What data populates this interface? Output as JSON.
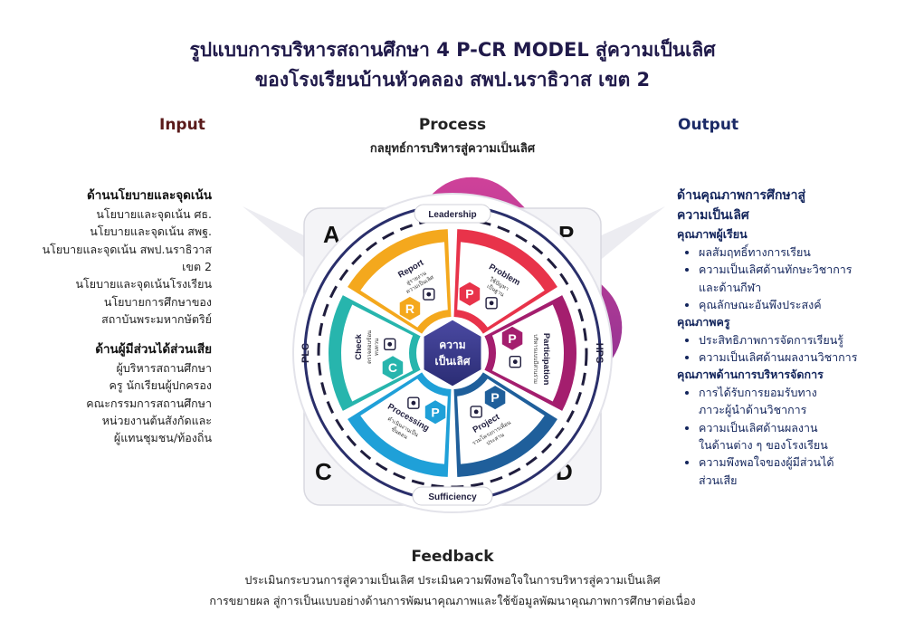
{
  "title": {
    "line1": "รูปแบบการบริหารสถานศึกษา 4 P-CR MODEL สู่ความเป็นเลิศ",
    "line2": "ของโรงเรียนบ้านหัวคลอง สพป.นราธิวาส เขต 2"
  },
  "input": {
    "heading": "Input",
    "policy": {
      "heading": "ด้านนโยบายและจุดเน้น",
      "items": [
        "นโยบายและจุดเน้น ศธ.",
        "นโยบายและจุดเน้น สพฐ.",
        "นโยบายและจุดเน้น สพป.นราธิวาส",
        "เขต 2",
        "นโยบายและจุดเน้นโรงเรียน",
        "นโยบายการศึกษาของ",
        "สถาบันพระมหากษัตริย์"
      ]
    },
    "stakeholders": {
      "heading": "ด้านผู้มีส่วนได้ส่วนเสีย",
      "items": [
        "ผู้บริหารสถานศึกษา",
        "ครู นักเรียนผู้ปกครอง",
        "คณะกรรมการสถานศึกษา",
        "หน่วยงานต้นสังกัดและ",
        "ผู้แทนชุมชน/ท้องถิ่น"
      ]
    }
  },
  "process": {
    "heading": "Process",
    "subheading": "กลยุทธ์การบริหารสู่ความเป็นเลิศ"
  },
  "output": {
    "heading": "Output",
    "main_heading_1": "ด้านคุณภาพการศึกษาสู่",
    "main_heading_2": "ความเป็นเลิศ",
    "student": {
      "heading": "คุณภาพผู้เรียน",
      "items": [
        "ผลสัมฤทธิ์ทางการเรียน",
        "ความเป็นเลิศด้านทักษะวิชาการ",
        "และด้านกีฬา",
        "คุณลักษณะอันพึงประสงค์"
      ]
    },
    "teacher": {
      "heading": "คุณภาพครู",
      "items": [
        "ประสิทธิภาพการจัดการเรียนรู้",
        "ความเป็นเลิศด้านผลงานวิชาการ"
      ]
    },
    "management": {
      "heading": "คุณภาพด้านการบริหารจัดการ",
      "items": [
        "การได้รับการยอมรับทาง",
        "ภาวะผู้นำด้านวิชาการ",
        "ความเป็นเลิศด้านผลงาน",
        "ในด้านต่าง ๆ ของโรงเรียน",
        "ความพึงพอใจของผู้มีส่วนได้",
        "ส่วนเสีย"
      ]
    }
  },
  "feedback": {
    "heading": "Feedback",
    "line1": "ประเมินกระบวนการสู่ความเป็นเลิศ ประเมินความพึงพอใจในการบริหารสู่ความเป็นเลิศ",
    "line2": "การขยายผล  สู่การเป็นแบบอย่างด้านการพัฒนาคุณภาพและใช้ข้อมูลพัฒนาคุณภาพการศึกษาต่อเนื่อง"
  },
  "diagram": {
    "corners": {
      "tl": "A",
      "tr": "P",
      "bl": "C",
      "br": "D"
    },
    "ring_labels": {
      "top": "Leadership",
      "bottom": "Sufficiency",
      "left": "PLC",
      "right": "HPS"
    },
    "center_1": "ความ",
    "center_2": "เป็นเลิศ",
    "segments": {
      "report": {
        "letter": "R",
        "title": "Report",
        "sub1": "สู่รายงาน",
        "sub2": "ความเป็นเลิศ"
      },
      "problem": {
        "letter": "P",
        "title": "Problem",
        "sub1": "ใช้ปัญหา",
        "sub2": "เป็นฐาน"
      },
      "participation": {
        "letter": "P",
        "title": "Participation",
        "sub1": "บริหารแบบมีส่วนร่วม"
      },
      "project": {
        "letter": "P",
        "title": "Project",
        "sub1": "รวมโครงการเพื่อน",
        "sub2": "ประสาน"
      },
      "processing": {
        "letter": "P",
        "title": "Processing",
        "sub1": "ดำเนินงานเป็น",
        "sub2": "ขั้นตอน"
      },
      "check": {
        "letter": "C",
        "title": "Check",
        "sub1": "ตรวจสอบซ้อน",
        "sub2": "ทบทวน"
      }
    },
    "colors": {
      "report": "#f4a81d",
      "problem": "#e8334a",
      "participation": "#a41e6e",
      "project": "#1f5f9b",
      "processing": "#1fa0d8",
      "check": "#27b5ad",
      "frame": "#c2378f",
      "ring": "#2a2f6b",
      "hex": "#3c3f8f"
    }
  }
}
